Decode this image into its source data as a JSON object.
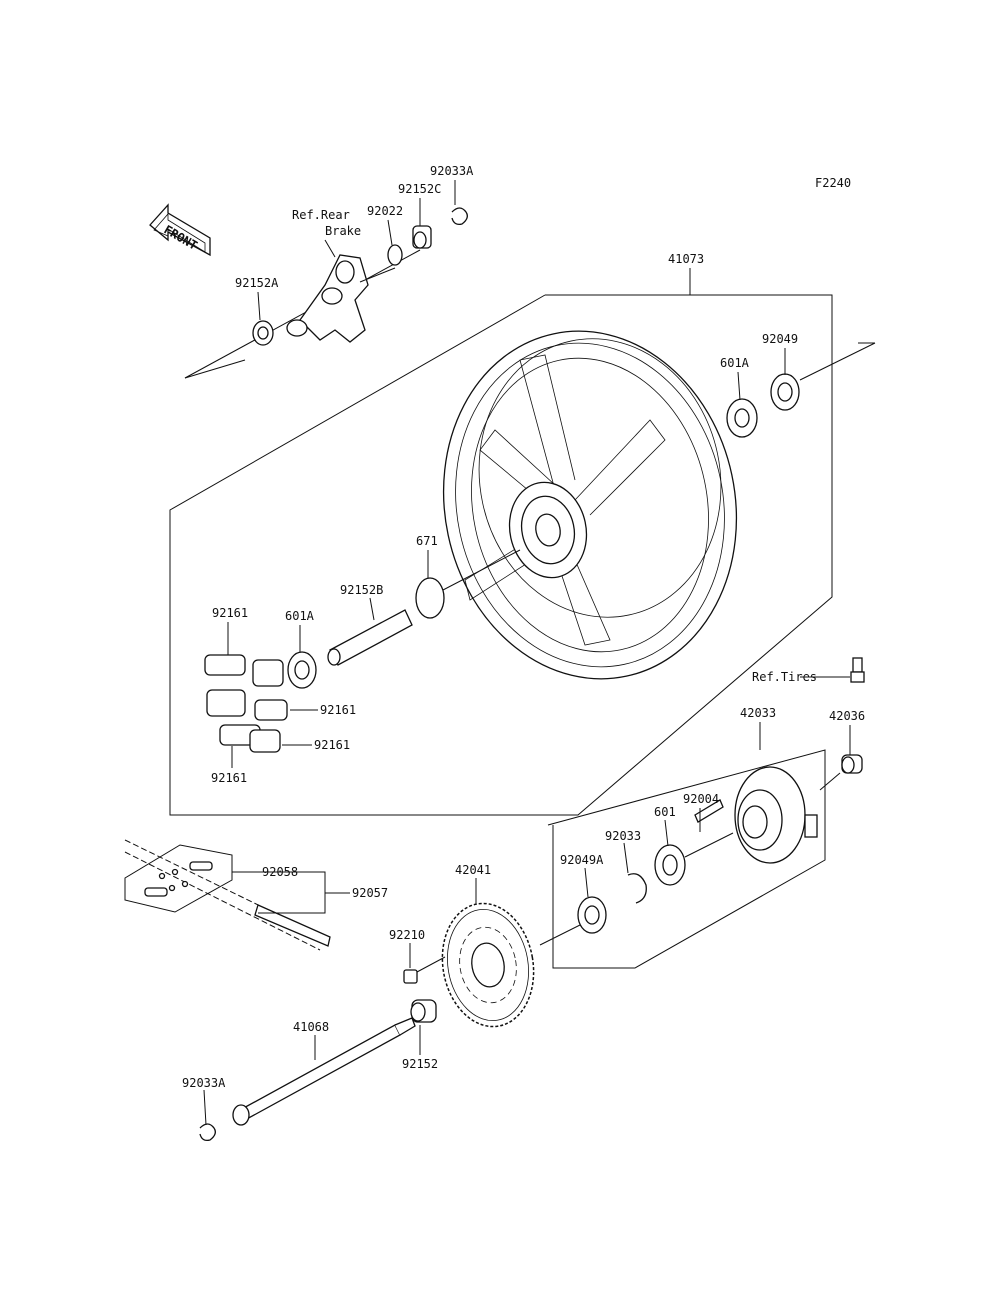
{
  "diagram_code": "F2240",
  "front_label": "FRONT",
  "refs": {
    "rear_brake_line1": "Ref.Rear",
    "rear_brake_line2": "Brake",
    "tires": "Ref.Tires"
  },
  "parts": {
    "p92033A_top": "92033A",
    "p92152C": "92152C",
    "p92022": "92022",
    "p92152A": "92152A",
    "p41073": "41073",
    "p92049": "92049",
    "p601A_right": "601A",
    "p671": "671",
    "p92152B": "92152B",
    "p601A_left": "601A",
    "p92161_a": "92161",
    "p92161_b": "92161",
    "p92161_c": "92161",
    "p92161_d": "92161",
    "p42033": "42033",
    "p42036": "42036",
    "p92004": "92004",
    "p601": "601",
    "p92033": "92033",
    "p92049A": "92049A",
    "p42041": "42041",
    "p92058": "92058",
    "p92057": "92057",
    "p92210": "92210",
    "p41068": "41068",
    "p92152": "92152",
    "p92033A_bottom": "92033A"
  }
}
